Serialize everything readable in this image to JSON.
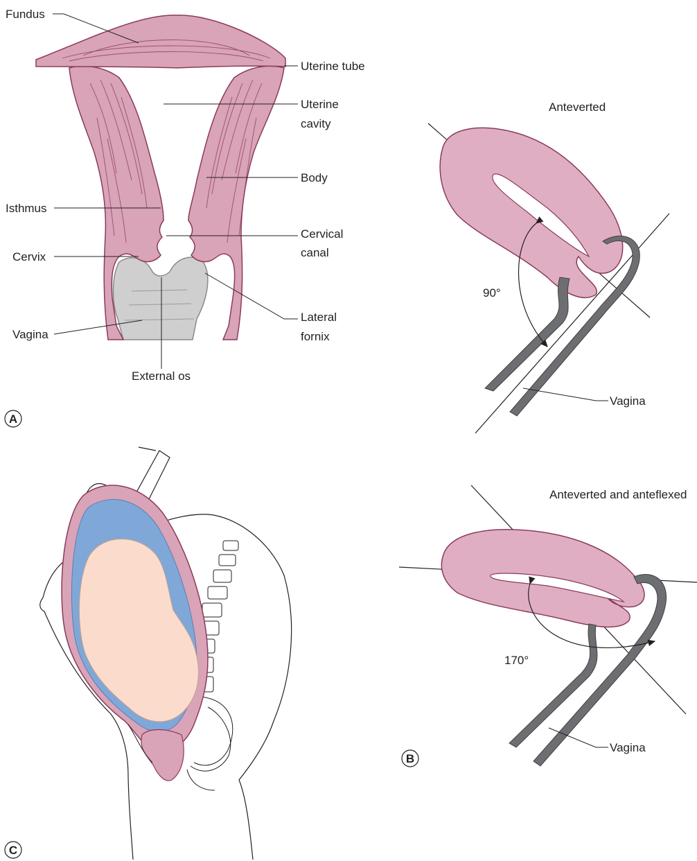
{
  "panel_a": {
    "letter": "A",
    "labels": {
      "fundus": "Fundus",
      "uterine_tube": "Uterine tube",
      "uterine_cavity_1": "Uterine",
      "uterine_cavity_2": "cavity",
      "body": "Body",
      "isthmus": "Isthmus",
      "cervical_canal_1": "Cervical",
      "cervical_canal_2": "canal",
      "cervix": "Cervix",
      "lateral_fornix_1": "Lateral",
      "lateral_fornix_2": "fornix",
      "vagina": "Vagina",
      "external_os": "External os"
    }
  },
  "panel_b": {
    "letter": "B",
    "top": {
      "title": "Anteverted",
      "angle": "90°",
      "vagina": "Vagina"
    },
    "bottom": {
      "title": "Anteverted and anteflexed",
      "angle": "170°",
      "vagina": "Vagina"
    }
  },
  "panel_c": {
    "letter": "C"
  },
  "colors": {
    "uterus_pink": "#d9a3b8",
    "uterus_stroke": "#8a3a5c",
    "vagina_gray": "#cfcfcf",
    "amniotic_blue": "#7fa8d8",
    "fetus_skin": "#fbdccc",
    "vaginal_wall": "#6d6e71",
    "line": "#231f20"
  }
}
